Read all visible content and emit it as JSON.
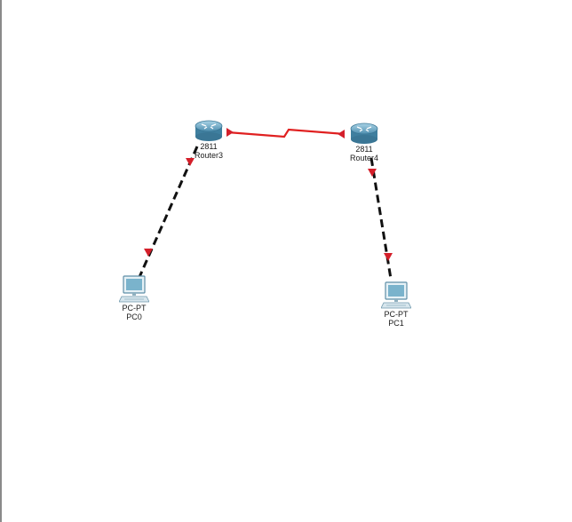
{
  "colors": {
    "serial_link": "#e02020",
    "copper_link": "#111111",
    "link_light": "#d41f2a",
    "device_body": "#6aa7c4"
  },
  "devices": {
    "router3": {
      "model": "2811",
      "name": "Router3",
      "icon": "router-icon"
    },
    "router4": {
      "model": "2811",
      "name": "Router4",
      "icon": "router-icon"
    },
    "pc0": {
      "model": "PC-PT",
      "name": "PC0",
      "icon": "pc-icon"
    },
    "pc1": {
      "model": "PC-PT",
      "name": "PC1",
      "icon": "pc-icon"
    }
  },
  "links": [
    {
      "from": "Router3",
      "to": "Router4",
      "type": "serial"
    },
    {
      "from": "Router3",
      "to": "PC0",
      "type": "copper-crossover"
    },
    {
      "from": "Router4",
      "to": "PC1",
      "type": "copper-crossover"
    }
  ]
}
